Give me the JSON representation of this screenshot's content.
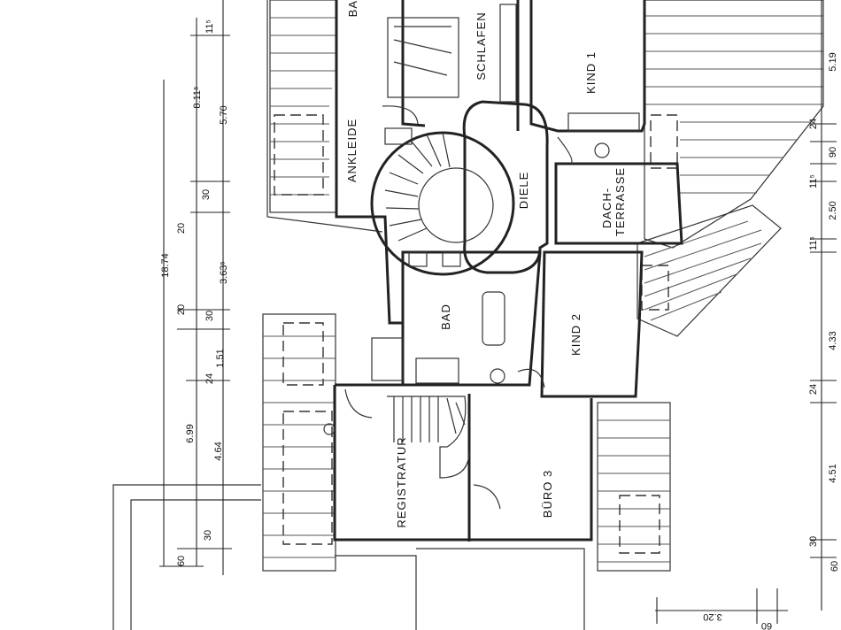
{
  "rooms": {
    "schlafen": "SCHLAFEN",
    "kind1": "KIND 1",
    "ankleide": "ANKLEIDE",
    "diele": "DIELE",
    "dachterrasse_1": "DACH-",
    "dachterrasse_2": "TERRASSE",
    "bad": "BAD",
    "kind2": "KIND 2",
    "registratur": "REGISTRATUR",
    "buero3": "BÜRO 3",
    "ba_partial": "BA"
  },
  "dimensions": {
    "left_total": "18.74",
    "left_a": "8.11⁵",
    "left_a1": "11⁵",
    "left_b": "5.70",
    "left_c": "30",
    "left_d": "20",
    "left_e": "3.63⁵",
    "left_f": "20",
    "left_g": "30",
    "left_h": "1.51",
    "left_i": "24",
    "left_j": "6.99",
    "left_k": "4.64",
    "left_l": "30",
    "left_m": "60",
    "right_a": "5.19",
    "right_b": "24",
    "right_c": "90",
    "right_d": "11⁵",
    "right_e": "2.50",
    "right_f": "11⁵",
    "right_g": "4.33",
    "right_h": "24",
    "right_i": "4.51",
    "right_j": "30",
    "right_k": "60",
    "bottom_a": "3.20",
    "bottom_b": "60"
  }
}
